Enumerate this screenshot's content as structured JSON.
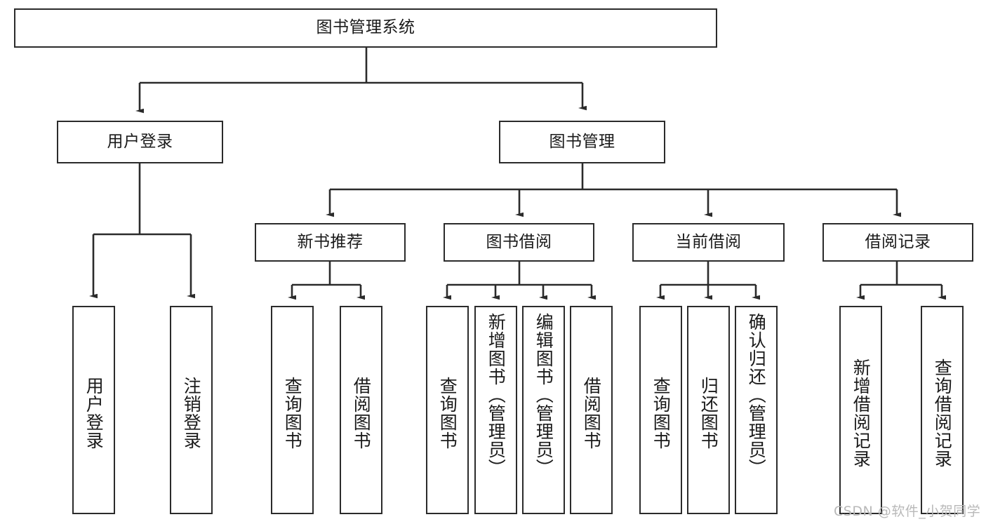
{
  "diagram": {
    "title": "图书管理系统",
    "watermark": "CSDN @软件_小贺同学",
    "line_color": "#2b2b2b",
    "box_fill": "#ffffff",
    "text_color": "#1a1a1a",
    "nodes": {
      "root": "图书管理系统",
      "level2": {
        "user_login": "用户登录",
        "book_manage": "图书管理"
      },
      "level3": {
        "new_book_recommend": "新书推荐",
        "book_borrow": "图书借阅",
        "current_borrow": "当前借阅",
        "borrow_record": "借阅记录"
      },
      "leaves": {
        "user_login_children": [
          "用户登录",
          "注销登录"
        ],
        "new_book_recommend_children": [
          "查询图书",
          "借阅图书"
        ],
        "book_borrow_children": [
          "查询图书",
          "新增图书（管理员）",
          "编辑图书（管理员）",
          "借阅图书"
        ],
        "current_borrow_children": [
          "查询图书",
          "归还图书",
          "确认归还（管理员）"
        ],
        "borrow_record_children": [
          "新增借阅记录",
          "查询借阅记录"
        ]
      }
    }
  }
}
